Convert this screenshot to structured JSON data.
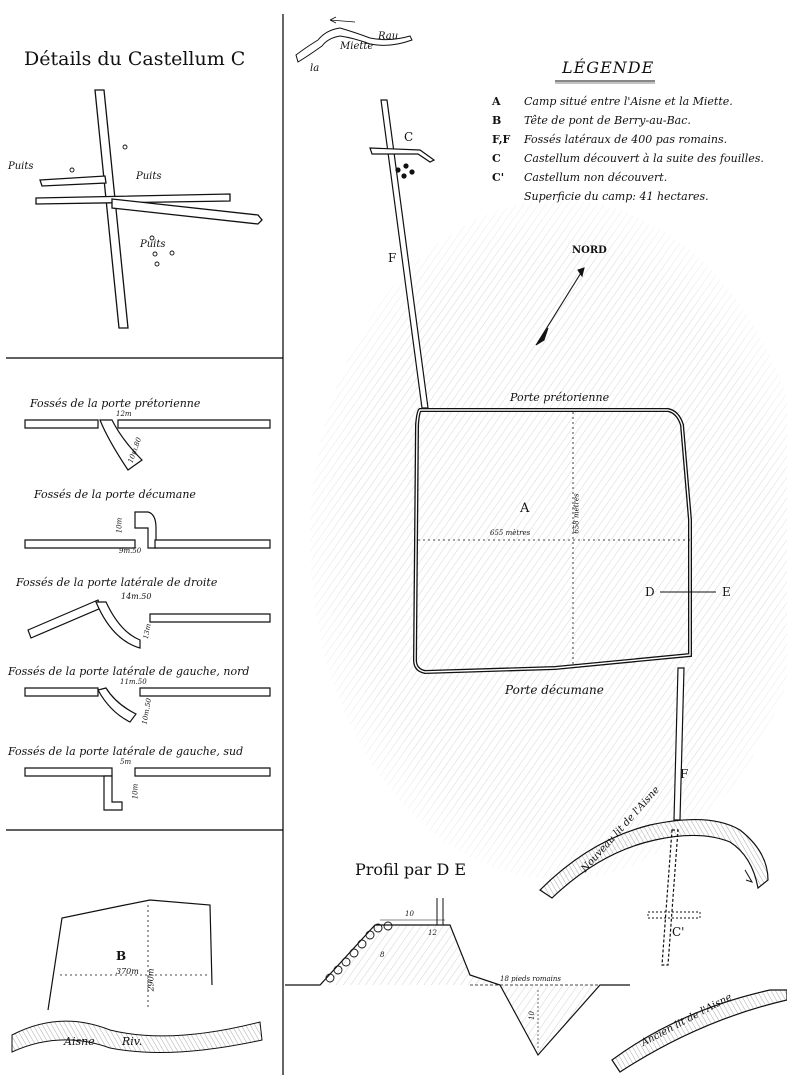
{
  "castellum_panel": {
    "title": "Détails du Castellum C",
    "puits": [
      "Puits",
      "Puits",
      "Puits"
    ]
  },
  "gates_panel": {
    "labels": [
      "Fossés de la porte prétorienne",
      "Fossés de la porte décumane",
      "Fossés de la porte latérale de droite",
      "Fossés de la porte latérale de gauche, nord",
      "Fossés de la porte latérale de gauche, sud"
    ],
    "measures": [
      "12m",
      "10m.80",
      "10m",
      "9m.50",
      "14m.50",
      "13m",
      "11m.50",
      "10m.50",
      "5m",
      "10m"
    ]
  },
  "bridgehead_panel": {
    "label": "B",
    "dims": [
      "370m",
      "290m"
    ],
    "river": [
      "Aisne",
      "Riv."
    ]
  },
  "top_river": {
    "labels": [
      "la",
      "Miette",
      "Rau"
    ]
  },
  "legend": {
    "title": "LÉGENDE",
    "items": [
      {
        "key": "A",
        "text": "Camp situé entre l'Aisne et la Miette."
      },
      {
        "key": "B",
        "text": "Tête de pont de Berry-au-Bac."
      },
      {
        "key": "F,F",
        "text": "Fossés latéraux de 400 pas romains."
      },
      {
        "key": "C",
        "text": "Castellum découvert à la suite des fouilles."
      },
      {
        "key": "C'",
        "text": "Castellum non découvert."
      },
      {
        "key": "",
        "text": "Superficie du camp: 41 hectares."
      }
    ]
  },
  "main_map": {
    "north": "NORD",
    "camp_label": "A",
    "porte_pretorienne": "Porte prétorienne",
    "porte_decumane": "Porte décumane",
    "dim_width": "655 mètres",
    "dim_height": "658 mètres",
    "f_label_top": "F",
    "f_label_bottom": "F",
    "c_label": "C",
    "c_prime_label": "C'",
    "d_label": "D",
    "e_label": "E",
    "new_river": "Nouveau lit de l'Aisne",
    "old_river": "Ancien lit de l'Aisne"
  },
  "profile": {
    "title": "Profil par D E",
    "measures": [
      "10",
      "12",
      "8",
      "18 pieds romains",
      "10"
    ]
  }
}
